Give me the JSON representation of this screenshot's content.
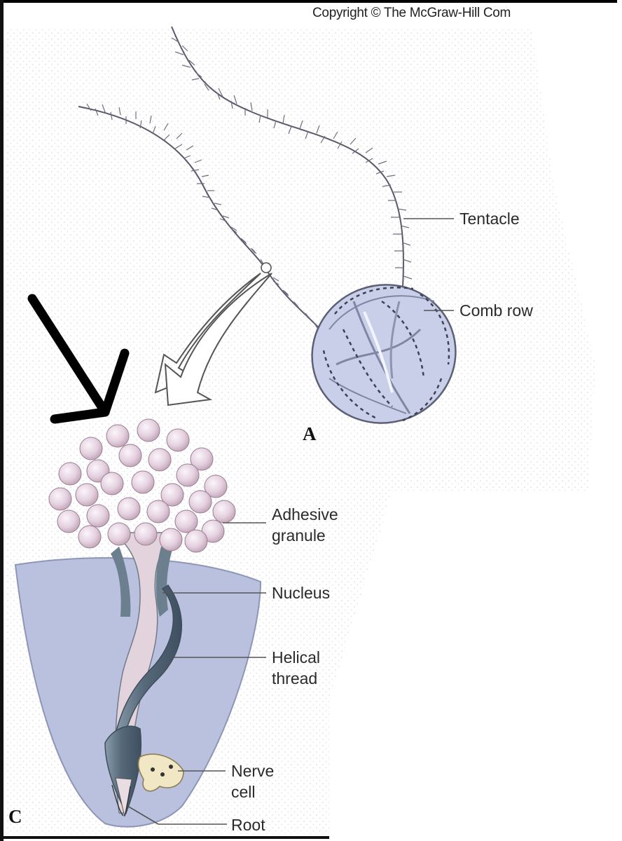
{
  "copyright": "Copyright © The McGraw-Hill Com",
  "panels": {
    "a": "A",
    "c": "C"
  },
  "labels": {
    "tentacle": "Tentacle",
    "comb_row": "Comb row",
    "adhesive_1": "Adhesive",
    "adhesive_2": "granule",
    "nucleus": "Nucleus",
    "helical_1": "Helical",
    "helical_2": "thread",
    "nerve_1": "Nerve",
    "nerve_2": "cell",
    "root": "Root"
  },
  "colors": {
    "body_fill": "#c9cfe8",
    "tissue_fill": "#b9c1de",
    "granule_fill": "#e7d5e2",
    "thread_fill": "#5f7383",
    "arrow": "#000000"
  },
  "icons": {
    "pointer": "down-left-arrow-icon",
    "zoom": "hollow-arrow-icon"
  }
}
